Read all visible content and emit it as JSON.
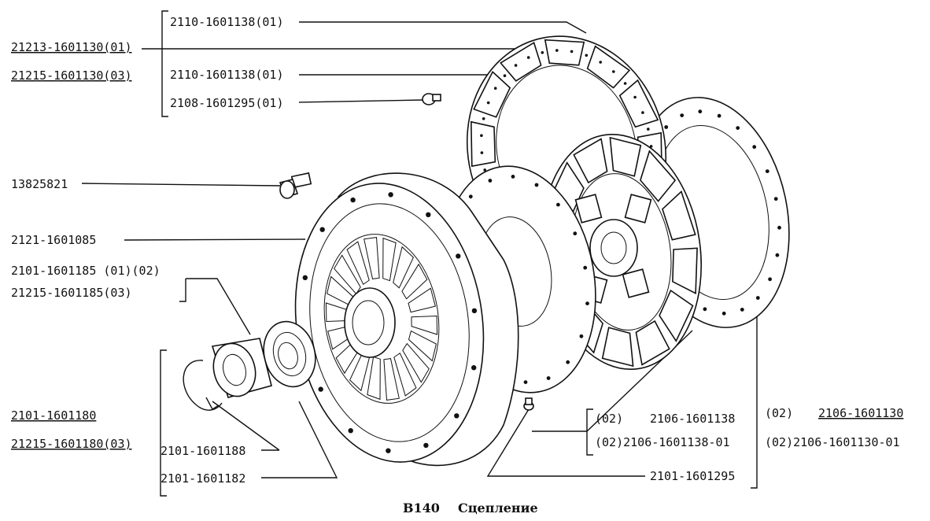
{
  "title": {
    "code": "В140",
    "name": "Сцепление"
  },
  "labels": {
    "top_1": "2110-1601138(01)",
    "top_2": "2110-1601138(01)",
    "top_3": "2108-1601295(01)",
    "left_1": "21213-1601130(01)",
    "left_2": "21215-1601130(03)",
    "bolt": "13825821",
    "cover": "2121-1601085",
    "fork_1": "2101-1601185 (01)(02)",
    "fork_2": "21215-1601185(03)",
    "bearing_1": "2101-1601180",
    "bearing_2": "21215-1601180(03)",
    "spring": "2101-1601188",
    "sleeve": "2101-1601182",
    "disc_1a": "(02)",
    "disc_1b": "2106-1601138",
    "disc_2": "(02)2106-1601138-01",
    "disc_3a": "(02)",
    "disc_3b": "2106-1601130",
    "disc_4": "(02)2106-1601130-01",
    "rivet": "2101-1601295"
  }
}
